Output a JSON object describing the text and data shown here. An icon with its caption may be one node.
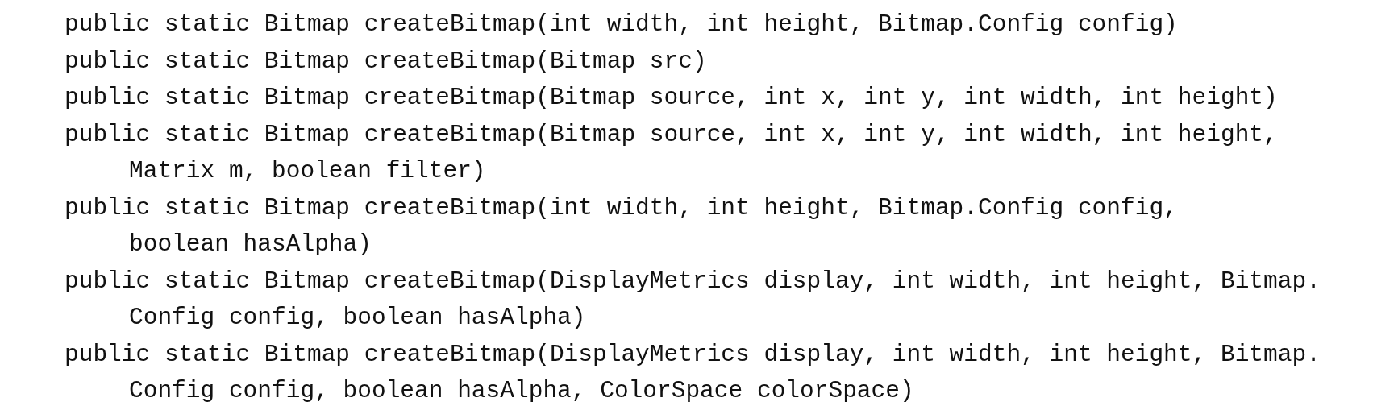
{
  "diagram": {
    "labels": [
      "public static Bitmap createBitmap(int width, int height, Bitmap.Config config)",
      "public static Bitmap createBitmap(Bitmap src)",
      "public static Bitmap createBitmap(Bitmap source, int x, int y, int width, int height)",
      "public static Bitmap createBitmap(Bitmap source, int x, int y, int width, int height,",
      "Matrix m, boolean filter)",
      "public static Bitmap createBitmap(int width, int height, Bitmap.Config config,",
      "boolean hasAlpha)",
      "public static Bitmap createBitmap(DisplayMetrics display, int width, int height, Bitmap.",
      "Config config, boolean hasAlpha)",
      "public static Bitmap createBitmap(DisplayMetrics display, int width, int height, Bitmap.",
      "Config config, boolean hasAlpha, ColorSpace colorSpace)"
    ]
  }
}
